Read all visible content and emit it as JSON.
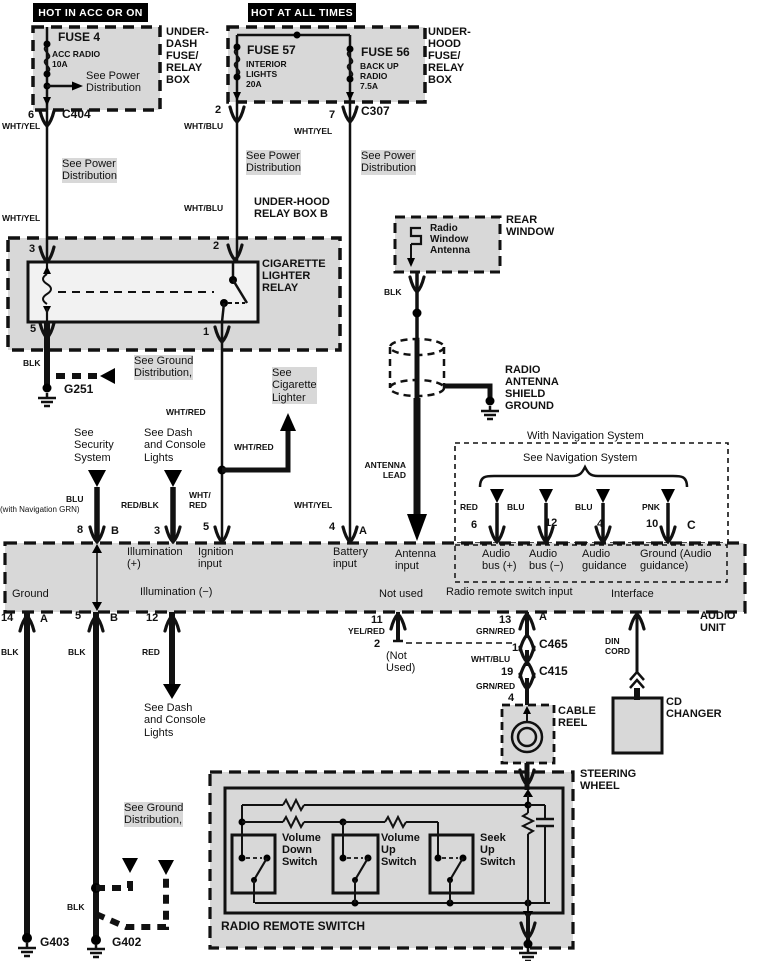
{
  "headers": {
    "hot_acc": "HOT IN ACC OR ON",
    "hot_all": "HOT AT ALL TIMES"
  },
  "colors": {
    "line": "#111111",
    "box_fill": "#d8d8d8"
  },
  "labels": {
    "fuse4_t": "FUSE 4",
    "fuse4_s": "ACC RADIO\n10A",
    "see_power1": "See Power\nDistribution",
    "underdash": "UNDER-\nDASH\nFUSE/\nRELAY\nBOX",
    "fuse57_t": "FUSE 57",
    "fuse57_s": "INTERIOR\nLIGHTS\n20A",
    "fuse56_t": "FUSE 56",
    "fuse56_s": "BACK UP\nRADIO\n7.5A",
    "underhood": "UNDER-\nHOOD\nFUSE/\nRELAY\nBOX",
    "p6": "6",
    "c404": "C404",
    "p2a": "2",
    "p7": "7",
    "c307": "C307",
    "whtyel1": "WHT/YEL",
    "whtyel2": "WHT/YEL",
    "seep_l": "See Power\nDistribution",
    "whtblu1": "WHT/BLU",
    "whtblu2": "WHT/BLU",
    "seep_m": "See Power\nDistribution",
    "whtyel3": "WHT/YEL",
    "seep_r": "See Power\nDistribution",
    "uhrb": "UNDER-HOOD\nRELAY BOX  B",
    "p3": "3",
    "p2b": "2",
    "cig": "CIGARETTE\nLIGHTER\nRELAY",
    "p5": "5",
    "p1": "1",
    "blk1": "BLK",
    "g251": "G251",
    "seeg1": "See Ground\nDistribution,",
    "whtred1": "WHT/RED",
    "seecig": "See\nCigarette\nLighter",
    "whtred2": "WHT/RED",
    "rwa": "Radio\nWindow\nAntenna",
    "rearw": "REAR\nWINDOW",
    "blk2": "BLK",
    "rasg": "RADIO\nANTENNA\nSHIELD\nGROUND",
    "antlead": "ANTENNA\nLEAD",
    "seesec": "See\nSecurity\nSystem",
    "seedash1": "See Dash\nand Console\nLights",
    "blu": "BLU",
    "withnav": "(with Navigation GRN)",
    "redblk": "RED/BLK",
    "whtred3": "WHT/\nRED",
    "whtyel4": "WHT/YEL",
    "p8": "8",
    "bB1": "B",
    "p3b": "3",
    "p5b": "5",
    "p4a": "4",
    "aA1": "A",
    "withnavsys": "With Navigation System",
    "seenav": "See Navigation System",
    "redn": "RED",
    "p6n": "6",
    "blun1": "BLU",
    "p12n": "12",
    "blun2": "BLU",
    "p4n": "4",
    "pnkn": "PNK",
    "p10n": "10",
    "cC": "C",
    "illp": "Illumination\n(+)",
    "ign": "Ignition\ninput",
    "bat": "Battery\ninput",
    "antin": "Antenna\ninput",
    "abp": "Audio\nbus (+)",
    "abm": "Audio\nbus (−)",
    "agd": "Audio\nguidance",
    "gag": "Ground (Audio\nguidance)",
    "gndl": "Ground",
    "illm": "Illumination (−)",
    "notused": "Not used",
    "rrsi": "Radio remote switch input",
    "intf": "Interface",
    "audiounit": "AUDIO\nUNIT",
    "p14": "14",
    "aA2": "A",
    "p5c": "5",
    "bB2": "B",
    "p12b": "12",
    "blk3": "BLK",
    "blk4": "BLK",
    "red1": "RED",
    "seedash2": "See Dash\nand Console\nLights",
    "p11": "11",
    "yelred": "YEL/RED",
    "p2c": "2",
    "notused2": "(Not\nUsed)",
    "p13": "13",
    "grnred1": "GRN/RED",
    "aA3": "A",
    "p1c": "1",
    "c465": "C465",
    "whtblu3": "WHT/BLU",
    "p19": "19",
    "c415": "C415",
    "grnred2": "GRN/RED",
    "p4c": "4",
    "cable": "CABLE\nREEL",
    "din": "DIN\nCORD",
    "cdch": "CD\nCHANGER",
    "seeg2": "See Ground\nDistribution,",
    "blk5": "BLK",
    "g403": "G403",
    "g402": "G402",
    "steer": "STEERING\nWHEEL",
    "vdown": "Volume\nDown\nSwitch",
    "vup": "Volume\nUp\nSwitch",
    "seek": "Seek\nUp\nSwitch",
    "rrs": "RADIO REMOTE SWITCH"
  }
}
